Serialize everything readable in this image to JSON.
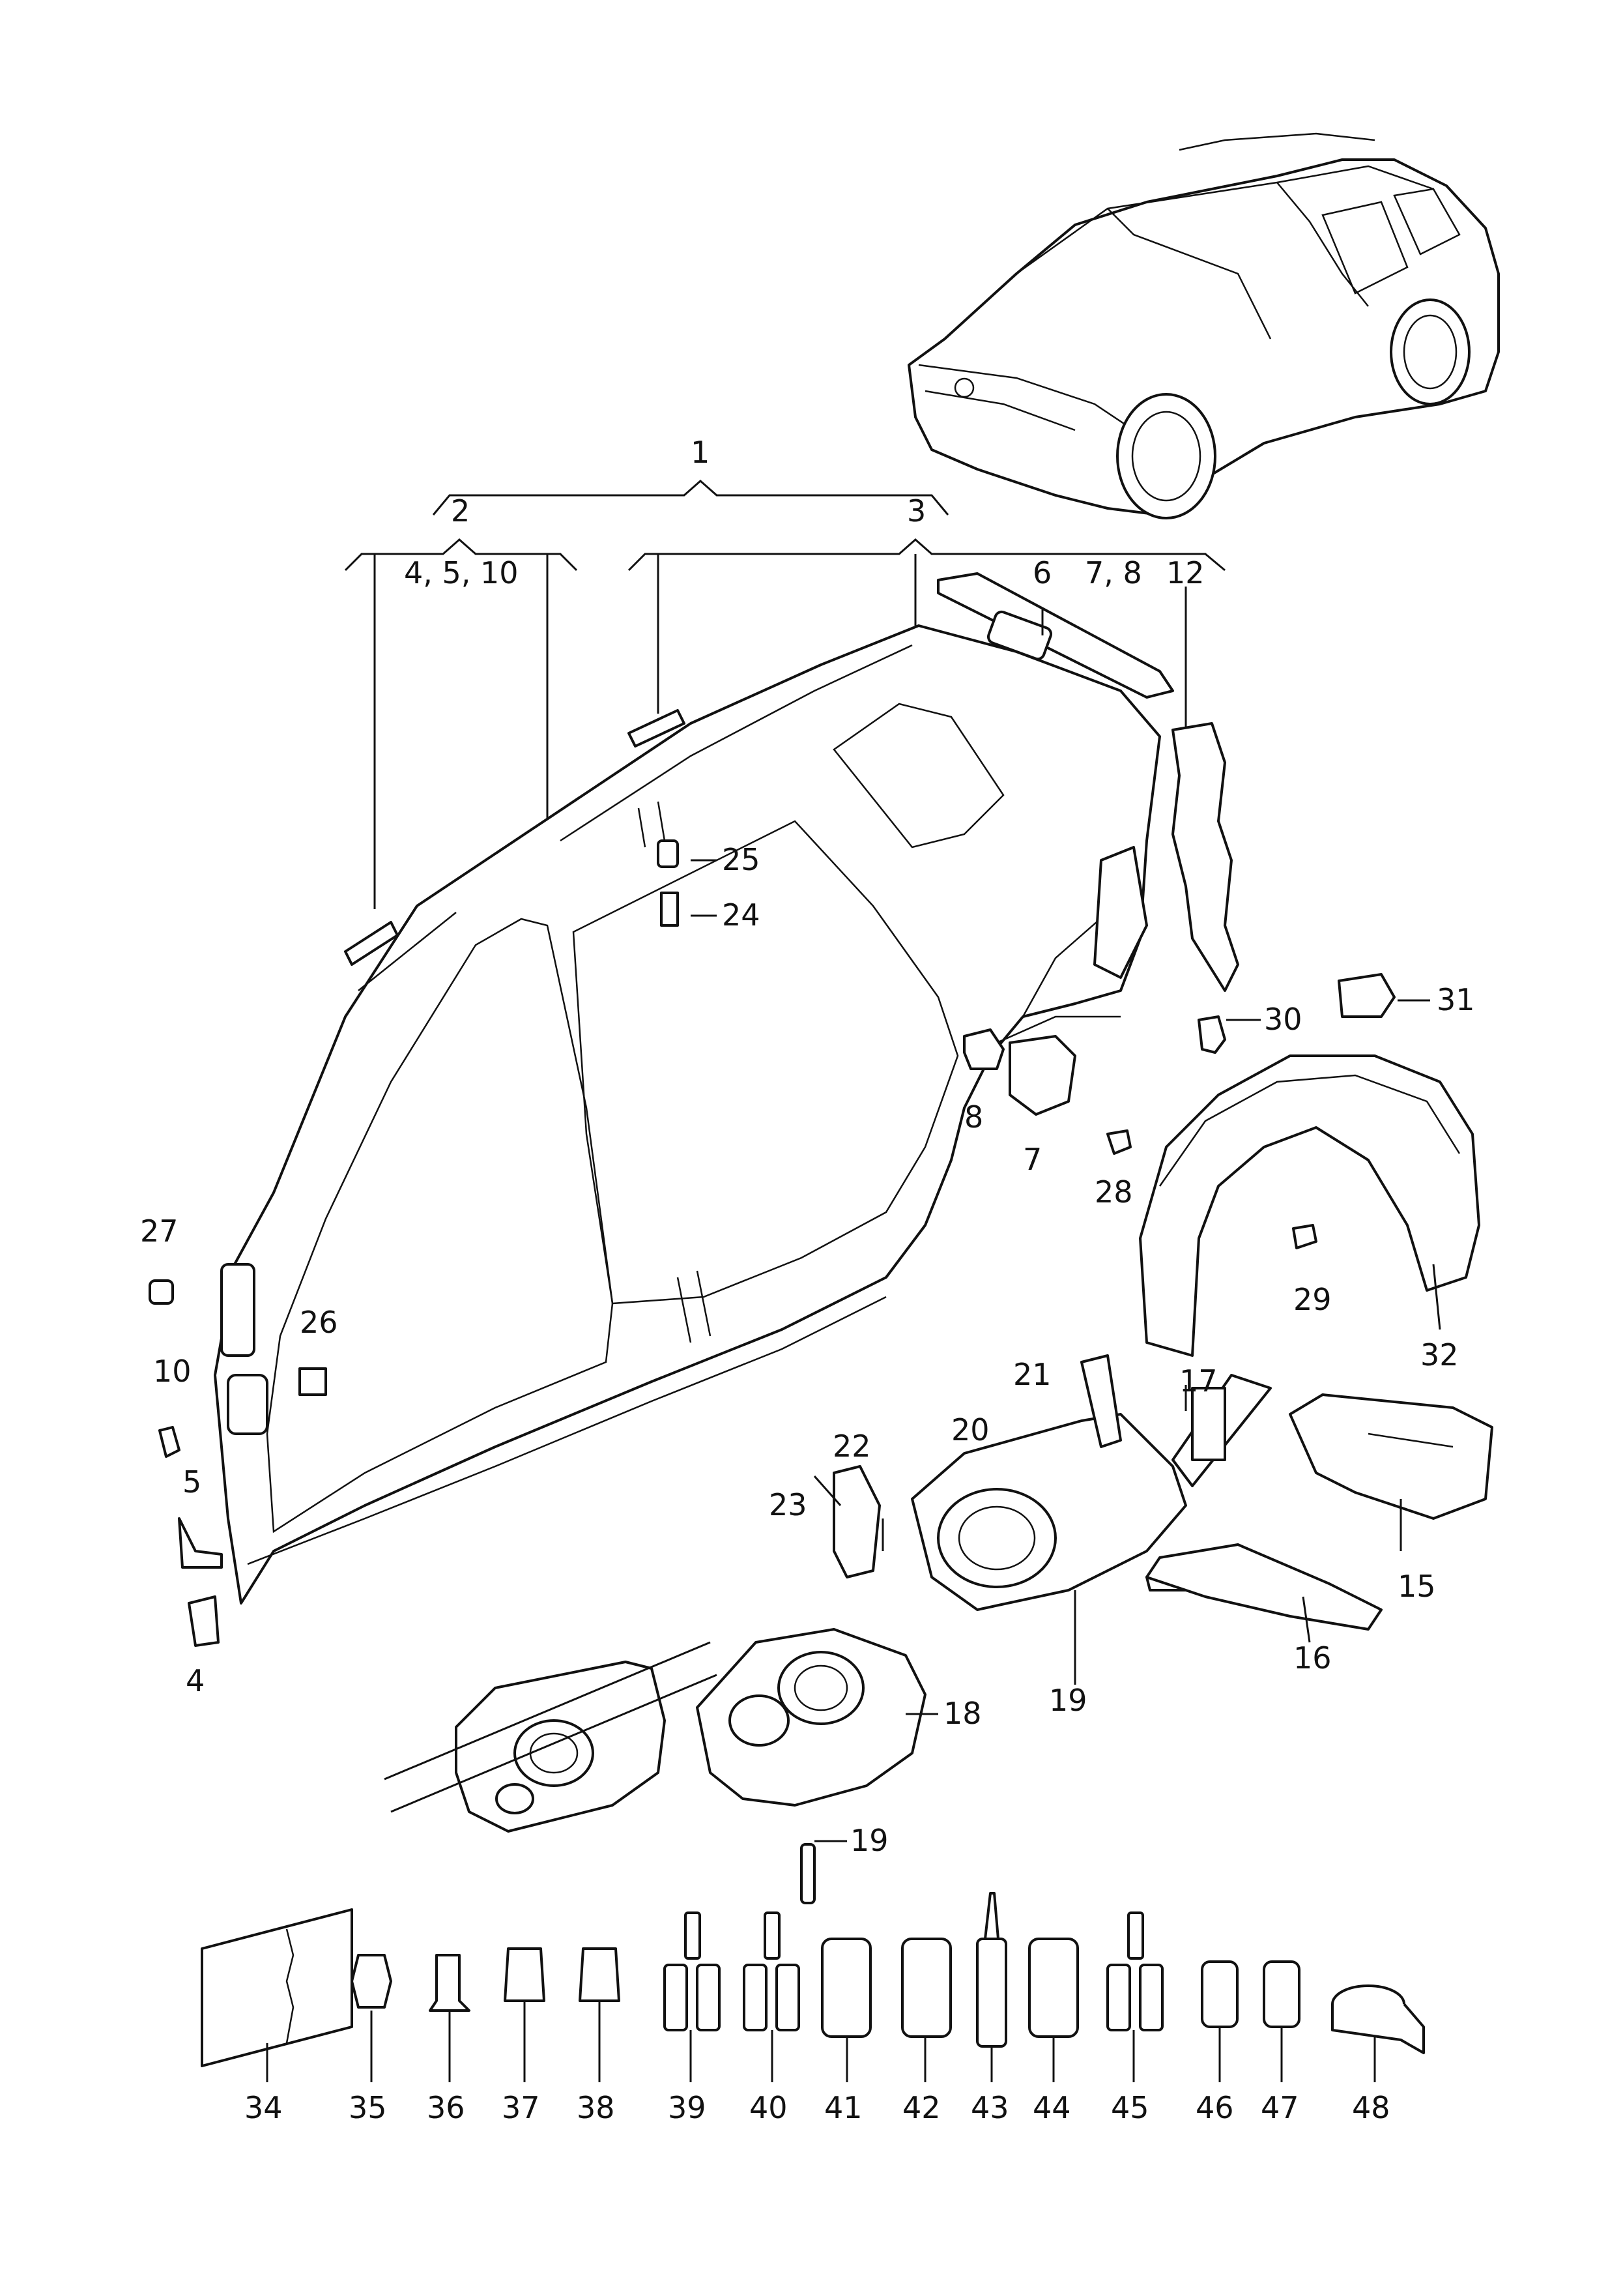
{
  "labels": {
    "l1": "1",
    "l2": "2",
    "l3": "3",
    "l4_5_10": "4, 5, 10",
    "l6": "6",
    "l7_8": "7, 8",
    "l12": "12",
    "l25": "25",
    "l24": "24",
    "l27": "27",
    "l26": "26",
    "l10": "10",
    "l5": "5",
    "l4": "4",
    "l8": "8",
    "l7": "7",
    "l30": "30",
    "l31": "31",
    "l28": "28",
    "l29": "29",
    "l32": "32",
    "l21": "21",
    "l17": "17",
    "l22": "22",
    "l20": "20",
    "l23": "23",
    "l15": "15",
    "l16": "16",
    "l19a": "19",
    "l18": "18",
    "l19b": "19",
    "l34": "34",
    "l35": "35",
    "l36": "36",
    "l37": "37",
    "l38": "38",
    "l39": "39",
    "l40": "40",
    "l41": "41",
    "l42": "42",
    "l43": "43",
    "l44": "44",
    "l45": "45",
    "l46": "46",
    "l47": "47",
    "l48": "48"
  }
}
